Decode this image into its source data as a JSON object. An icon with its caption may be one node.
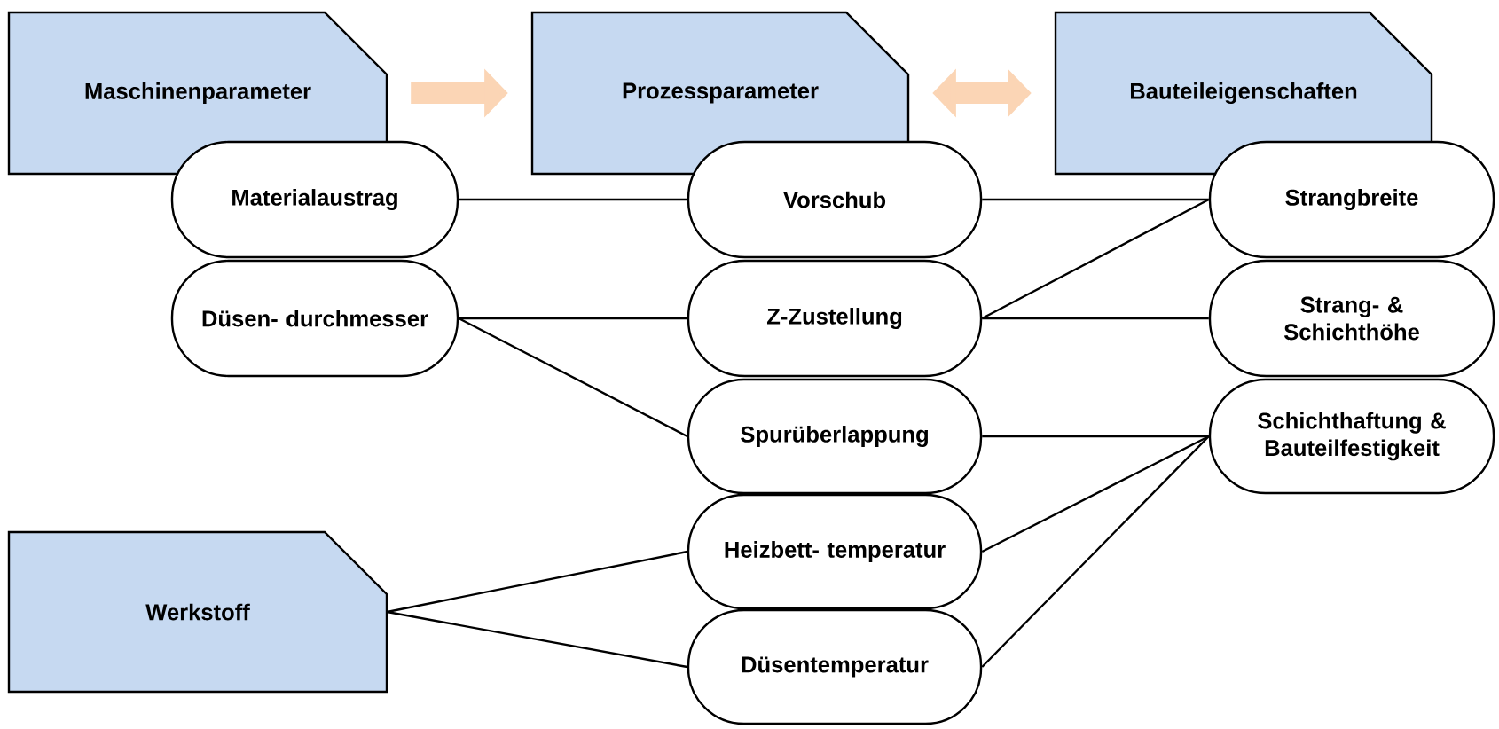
{
  "diagram": {
    "nodes": [
      {
        "text": [
          "Maschinenparameter"
        ]
      },
      {
        "text": [
          "Prozessparameter"
        ]
      },
      {
        "text": [
          "Bauteileigenschaften"
        ]
      },
      {
        "text": [
          "Materialaustrag"
        ]
      },
      {
        "text": [
          "Düsen- durchmesser"
        ]
      },
      {
        "text": [
          "Vorschub"
        ]
      },
      {
        "text": [
          "Z-Zustellung"
        ]
      },
      {
        "text": [
          "Spurüberlappung"
        ]
      },
      {
        "text": [
          "Heizbett- temperatur"
        ]
      },
      {
        "text": [
          "Düsentemperatur"
        ]
      },
      {
        "text": [
          "Strangbreite"
        ]
      },
      {
        "text": [
          "Strang- & Schichthöhe"
        ]
      },
      {
        "text": [
          "Schichthaftung & Bauteilfestigkeit"
        ]
      },
      {
        "text": [
          "Werkstoff"
        ]
      }
    ],
    "edges": [
      {
        "from": 0,
        "to": 1,
        "arrow": "to",
        "style": "thick",
        "color": "#fbd5b5"
      },
      {
        "from": 1,
        "to": 2,
        "arrow": "both",
        "style": "thick",
        "color": "#fbd5b5"
      },
      {
        "from": 3,
        "to": 5,
        "arrow": "none"
      },
      {
        "from": 4,
        "to": 6,
        "arrow": "none"
      },
      {
        "from": 4,
        "to": 7,
        "arrow": "none"
      },
      {
        "from": 5,
        "to": 10,
        "arrow": "none"
      },
      {
        "from": 6,
        "to": 10,
        "arrow": "none"
      },
      {
        "from": 6,
        "to": 11,
        "arrow": "none"
      },
      {
        "from": 7,
        "to": 12,
        "arrow": "none"
      },
      {
        "from": 8,
        "to": 12,
        "arrow": "none"
      },
      {
        "from": 9,
        "to": 12,
        "arrow": "none"
      },
      {
        "from": 13,
        "to": 8,
        "arrow": "none"
      },
      {
        "from": 13,
        "to": 9,
        "arrow": "none"
      }
    ]
  }
}
